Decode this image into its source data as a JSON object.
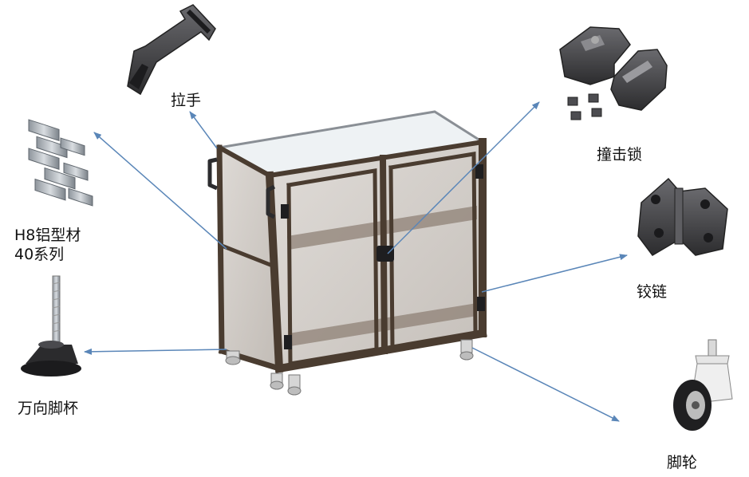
{
  "labels": {
    "handle": "拉手",
    "profile_line1": "H8铝型材",
    "profile_line2": "40系列",
    "foot": "万向脚杯",
    "latch": "撞击锁",
    "hinge": "铰链",
    "caster": "脚轮"
  },
  "colors": {
    "frame": "#4a3c30",
    "arrow": "#5a86b8",
    "glass": "#c9c3bd",
    "part": "#3c3c3e"
  }
}
